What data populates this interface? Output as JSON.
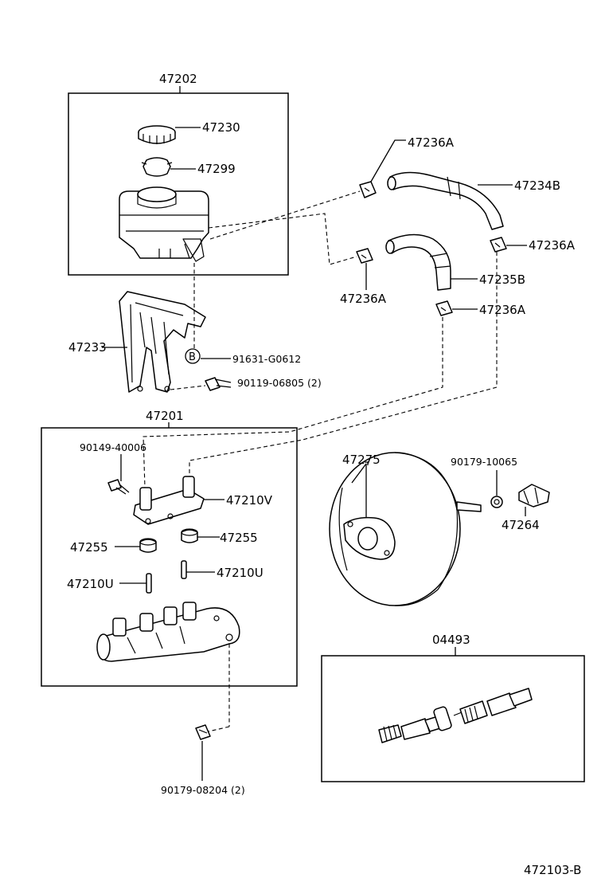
{
  "labels": {
    "reservoir_assy": "47202",
    "cap": "47230",
    "strainer": "47299",
    "clip_upper": "47236A",
    "hose_upper": "47234B",
    "clip_right": "47236A",
    "clip_left": "47236A",
    "hose_lower": "47235B",
    "clip_lower": "47236A",
    "bracket": "47233",
    "bolt_circle": "B",
    "bolt_b": "91631-G0612",
    "bolt": "90119-06805 (2)",
    "master_cyl_assy": "47201",
    "screw": "90149-40006",
    "union": "47210V",
    "grommet_left": "47255",
    "grommet_right": "47255",
    "pin_left": "47210U",
    "pin_right": "47210U",
    "booster": "47275",
    "nut_booster": "90179-10065",
    "clevis": "47264",
    "kit": "04493",
    "nut_bottom": "90179-08204 (2)",
    "diagram_code": "472103-B"
  }
}
